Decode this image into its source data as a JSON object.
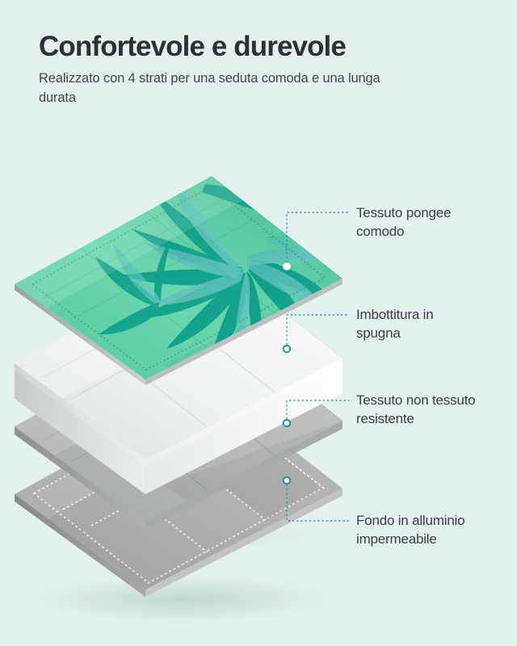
{
  "header": {
    "title": "Confortevole e durevole",
    "subtitle": "Realizzato con 4 strati per una seduta comoda e una lunga durata"
  },
  "layers": [
    {
      "id": "pongee-fabric",
      "label_line1": "Tessuto pongee",
      "label_line2": "comodo",
      "material": "pongee",
      "color": "#63d1a8",
      "accent_color": "#0f9b86"
    },
    {
      "id": "sponge-padding",
      "label_line1": "Imbottitura in",
      "label_line2": "spugna",
      "material": "sponge",
      "color": "#f2f4f4",
      "accent_color": "#d6dcdc"
    },
    {
      "id": "non-woven-fabric",
      "label_line1": "Tessuto non tessuto",
      "label_line2": "resistente",
      "material": "non-woven",
      "color": "#b4b6b6",
      "accent_color": "#9ea0a0"
    },
    {
      "id": "aluminium-base",
      "label_line1": "Fondo in alluminio",
      "label_line2": "impermeabile",
      "material": "aluminium",
      "color": "#a9abab",
      "accent_color": "#ffffff"
    }
  ],
  "theme": {
    "background": "#e3f2ee",
    "title_color": "#2d3134",
    "subtitle_color": "#41484b",
    "label_color": "#3a4043",
    "leader_color": "#2f8f8a",
    "marker_color": "#1f8a86"
  }
}
